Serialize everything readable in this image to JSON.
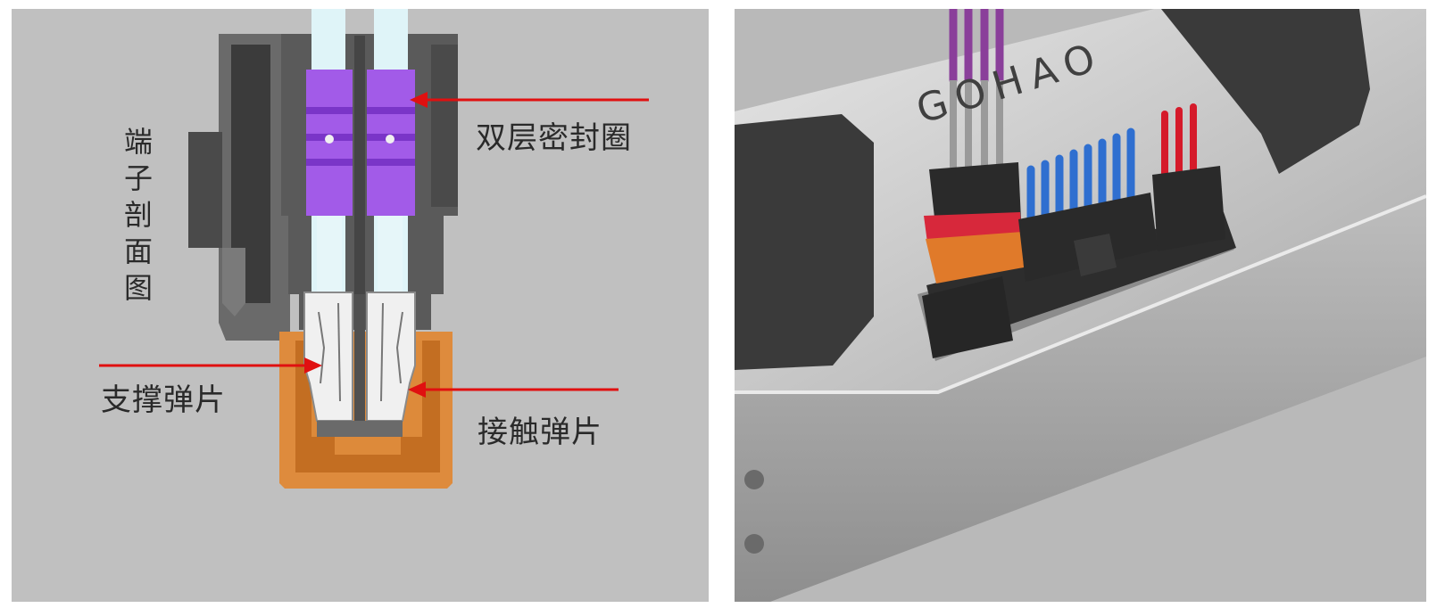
{
  "left_panel": {
    "title_vertical": "端子剖面图",
    "labels": {
      "double_seal": "双层密封圈",
      "support_spring": "支撑弹片",
      "contact_spring": "接触弹片"
    },
    "colors": {
      "background": "#c0c0c0",
      "housing": "#585858",
      "seal": "#a05ae6",
      "wire": "#d8f2f8",
      "terminal": "#ececec",
      "base": "#dd8a3c",
      "arrow": "#e01010"
    }
  },
  "right_panel": {
    "logo_text": "GOHAO",
    "wire_colors": {
      "purple": "#8a3f9a",
      "blue": "#2f6fd0",
      "red": "#d51a2a",
      "orange": "#e07a2a"
    }
  }
}
